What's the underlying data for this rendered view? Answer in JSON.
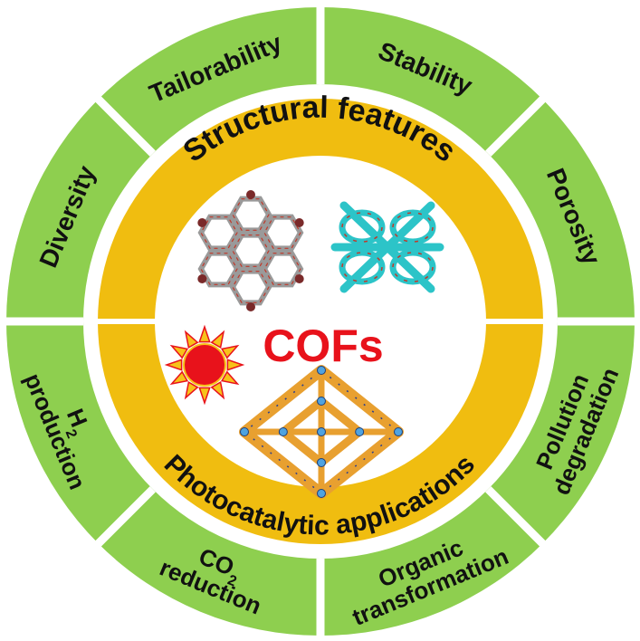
{
  "center": {
    "title": "COFs"
  },
  "inner_ring": {
    "top_label": "Structural features",
    "bottom_label": "Photocatalytic applications"
  },
  "outer_ring": {
    "segments": [
      {
        "id": "tailorability",
        "lines": [
          "Tailorability"
        ]
      },
      {
        "id": "stability",
        "lines": [
          "Stability"
        ]
      },
      {
        "id": "porosity",
        "lines": [
          "Porosity"
        ]
      },
      {
        "id": "pollution-degradation",
        "lines": [
          "Pollution",
          "degradation"
        ]
      },
      {
        "id": "organic-transformation",
        "lines": [
          "Organic",
          "transformation"
        ]
      },
      {
        "id": "co2-reduction",
        "lines": [
          "CO",
          "reduction"
        ],
        "subscript": "2"
      },
      {
        "id": "h2-production",
        "lines": [
          "H",
          "production"
        ],
        "subscript": "2"
      },
      {
        "id": "diversity",
        "lines": [
          "Diversity"
        ]
      }
    ]
  },
  "colors": {
    "outer_green": "#8ecf4f",
    "inner_gold": "#f0bd10",
    "divider": "#ffffff",
    "title_red": "#e8121b",
    "sun_red": "#e8121b",
    "sun_ray": "#f7c21a",
    "hex_cof": "#9a9a9a",
    "cyan_cof": "#2cc4c8",
    "orange_cof": "#e8a030"
  },
  "icons": [
    "sun-icon",
    "hexagonal-cof-structure",
    "cyan-cof-structure",
    "orange-cof-structure"
  ]
}
